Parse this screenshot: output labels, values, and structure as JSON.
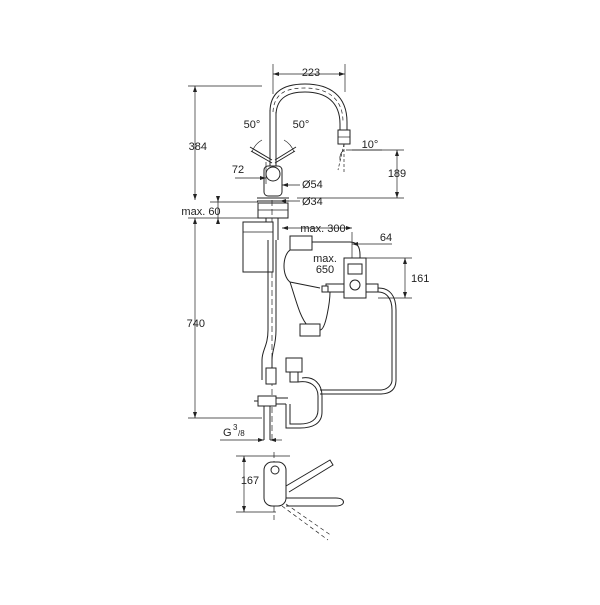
{
  "diagram": {
    "dimensions": {
      "spout_reach": "223",
      "total_height": "384",
      "swivel_angle_left": "50°",
      "swivel_angle_right": "50°",
      "spray_angle": "10°",
      "spout_outlet_height": "189",
      "lever_offset": "72",
      "base_diameter": "Ø54",
      "shank_diameter": "Ø34",
      "max_counter_thickness": "max. 60",
      "max_cable_length_300": "max. 300",
      "box_depth": "64",
      "max_cable_length_650_line1": "max.",
      "max_cable_length_650_line2": "650",
      "box_height": "161",
      "hose_length": "740",
      "connection_thread": "G",
      "connection_thread_sup": "3",
      "connection_thread_sub": "/8",
      "plan_offset": "167"
    },
    "colors": {
      "line": "#222222",
      "background": "#ffffff"
    }
  }
}
